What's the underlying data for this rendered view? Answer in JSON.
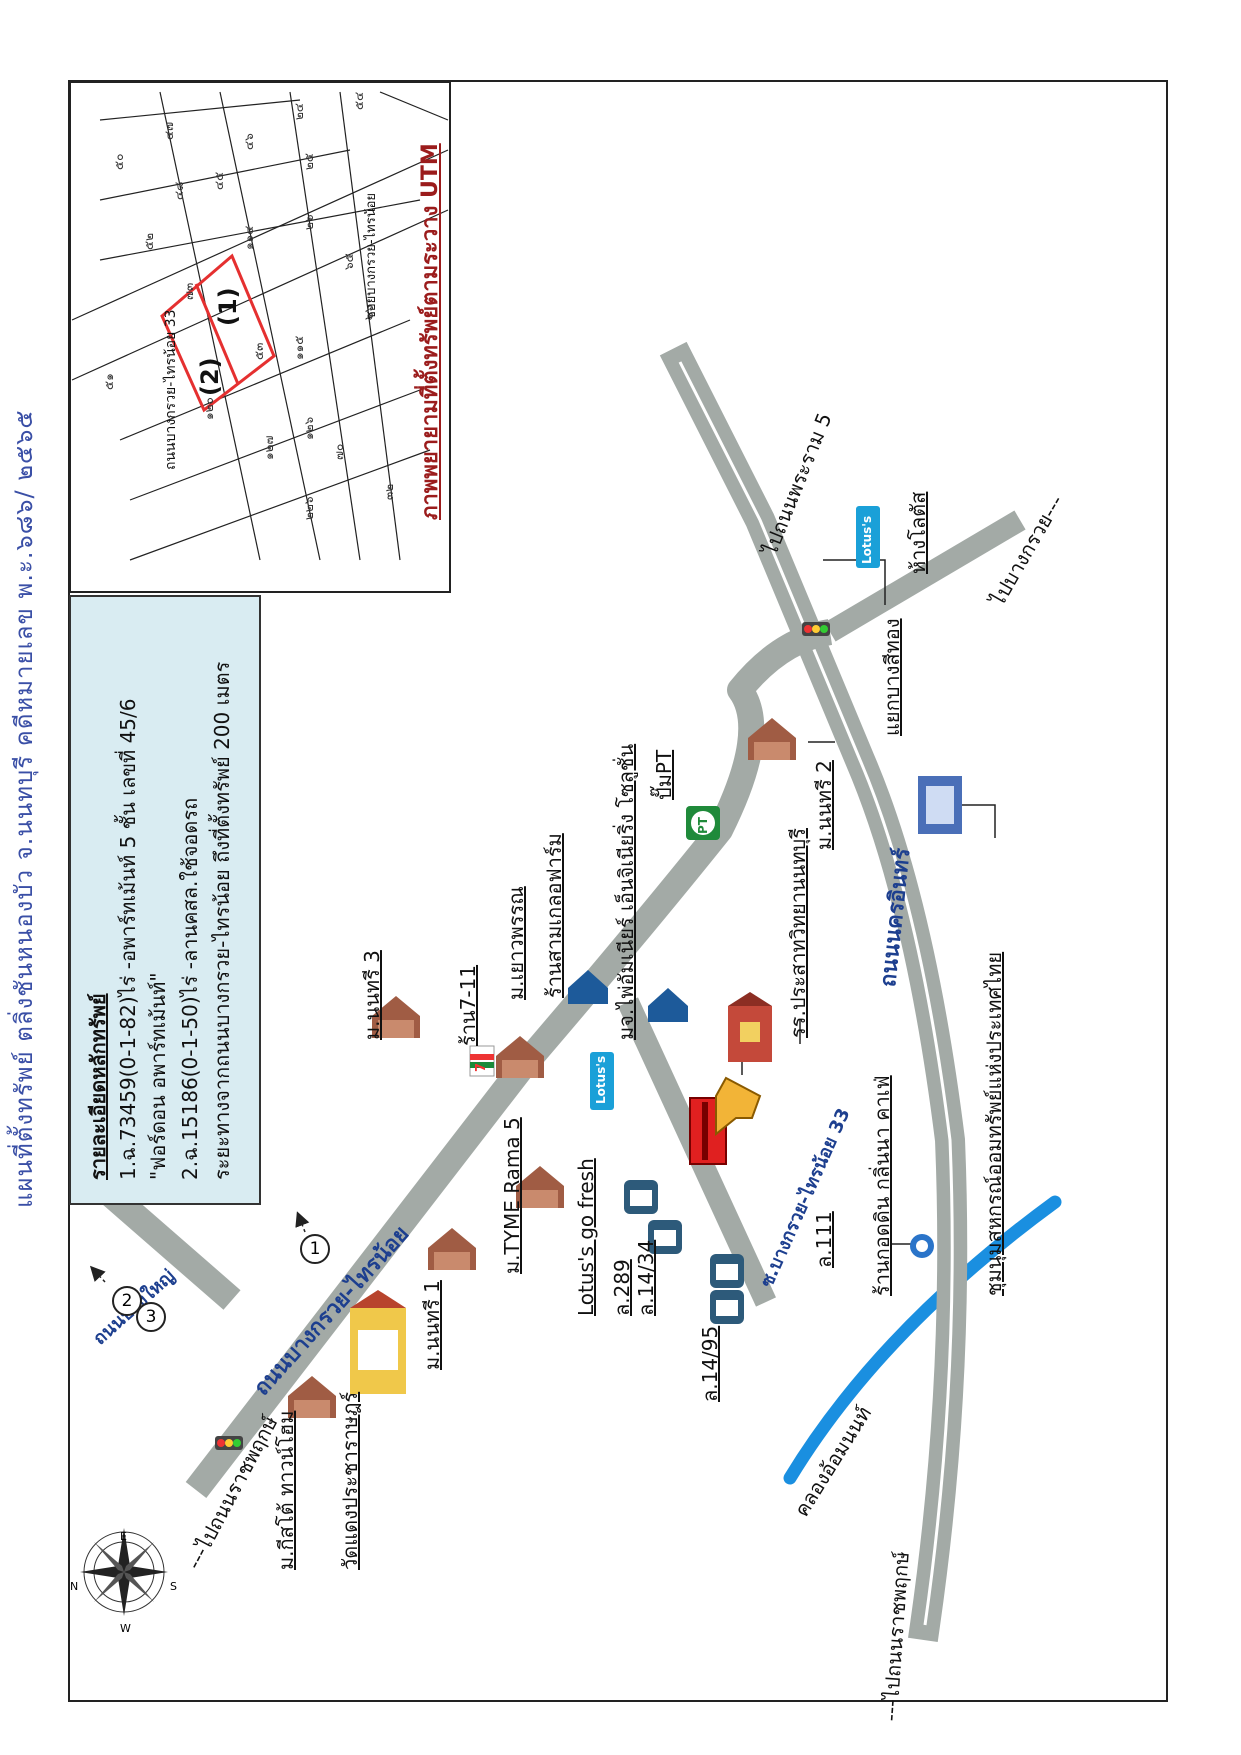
{
  "header": "แผนที่ตั้งทรัพย์  ตลิ่งชันหนองบัว จ.นนทบุรี  คดีหมายเลข พ.ะ.๖๘๖/ ๒๕๖๕",
  "info_box": {
    "title": "รายละเอียดหลักทรัพย์",
    "line1": "1.ฉ.73459(0-1-82)ไร่ -อพาร์ทเม้นท์ 5 ชั้น เลขที่ 45/6",
    "line2": "\"ฟอร์ดอน อพาร์ทเม้นท์\"",
    "line3": "2.ฉ.15186(0-1-50)ไร่ -ลานคสล.ใช้จอดรถ",
    "line4": "ระยะทางจากถนนบางกรวย-ไทรน้อย ถึงที่ตั้งทรัพย์ 200 เมตร"
  },
  "inset": {
    "caption": "ภาพพยายามที่ตั้งทรัพย์ตามระวาง UTM",
    "plot1": "(1)",
    "plot2": "(2)",
    "road_name": "ถนนบางกรวย-ไทรน้อย 33",
    "lane_name": "ซอยบางกรวย-ไทรน้อย",
    "parcel_labels": [
      "๗๓",
      "๕๑",
      "๕๒",
      "๔๗",
      "๔๘",
      "๔๕",
      "๔๖",
      "๕๐",
      "๕๓",
      "๑๒๗",
      "๑๒๖",
      "๑๑๔",
      "๑๒๐",
      "๒๔",
      "๒๕",
      "๒๖",
      "๖๕",
      "๖๖",
      "๑๑๕",
      "๕๔",
      "๗๐",
      "๓๒",
      "๒๒๖"
    ]
  },
  "roads": {
    "main": "ถนนบางกรวย-ไทรน้อย",
    "nakhon_in": "ถนนนครอินทร์",
    "soi": "ซ.บางกรวย-ไทรน้อย 33",
    "left_road": "ถนนบางใหญ่",
    "ratchaphruek_top": "---ไปถนนราชพฤกษ์",
    "ratchaphruek_bottom": "---ไปถนนราชพฤกษ์",
    "bangkruai": "ไปบางกรวย---",
    "nakhon_in5": "ไปถนนพระราม 5",
    "canal": "คลองอ้อมนนท์"
  },
  "places": {
    "kisato": "ม.กีสโต้ ทาวน์โฮม",
    "wat": "วัดแดงประชาราษฎร์",
    "nonsee1": "ม.นนทรี 1",
    "nonsee3": "ม.นนทรี 3",
    "tyme": "ม.TYME Rama 5",
    "lotus_go": "Lotus's go fresh",
    "seven": "ร้าน7-11",
    "yaowapan": "ม.เยาวพรรณ",
    "samgreen": "ร้านสามเกลอฟาร์ม",
    "ptt_station": "ปั๊มPT",
    "plaza": "มจ.ไพ่อัมเนียร์ เอ็นจิเนียริ่ง โซลูชั่น",
    "school": "รร.ประสาทวิทยานนทบุรี",
    "nonsee2": "ม.นนทรี 2",
    "junction": "แยกบางสีทอง",
    "lotus_mall": "ห้างโลตัส",
    "cafe": "ร้านกอดดิน กลิ่นนา คาเฟ่",
    "coop": "ชุมนุมสหกรณ์ออมทรัพย์แห่งประเทศไทย",
    "l289": "ล.289",
    "l14_34": "ล.14/34",
    "l14_95": "ล.14/95",
    "l111": "ล.111"
  },
  "markers": {
    "one": "1",
    "two": "2",
    "three": "3"
  },
  "brands": {
    "lotus_logo": "Lotus's",
    "lotus_logo2": "Lotus's",
    "ptt_logo": "PT",
    "seven_logo": "7"
  },
  "compass": {
    "n": "N",
    "e": "E",
    "s": "S",
    "w": "W"
  },
  "colors": {
    "road": "#a3aaa6",
    "canal": "#1a8fe0",
    "info_bg": "#d9ecf2",
    "plot_red": "#e53030",
    "subject_red": "#e02020",
    "arrow_gold": "#f2b437",
    "label_blue": "#1d3f8f",
    "caption_red": "#9b1c1c"
  },
  "icons": [
    "traffic-light-icon",
    "house-icon",
    "temple-icon",
    "bank-icon",
    "school-icon",
    "cafe-icon",
    "compass-icon",
    "seven-eleven-icon",
    "ptt-icon",
    "lotus-icon",
    "subject-building-icon",
    "pointer-arrow-icon"
  ]
}
